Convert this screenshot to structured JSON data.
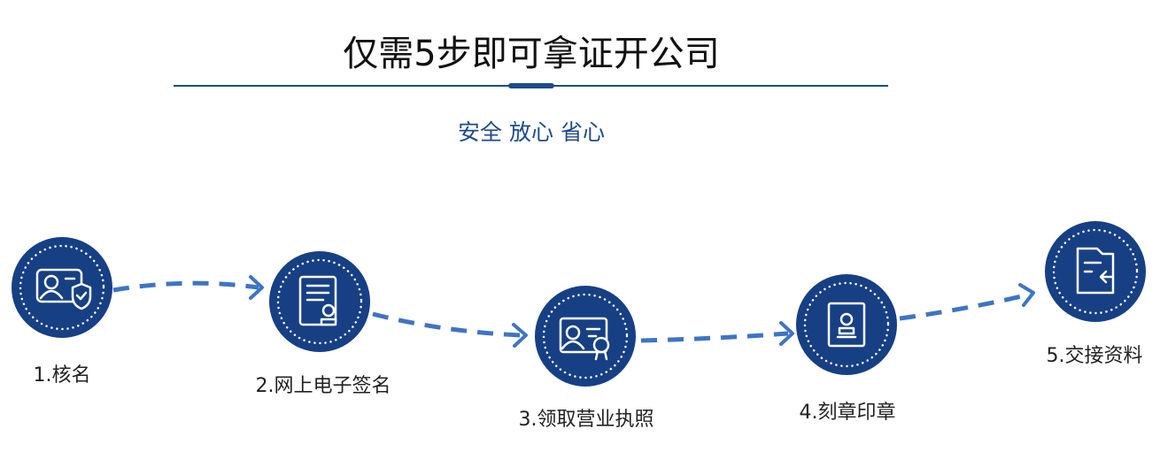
{
  "title": "仅需5步即可拿证开公司",
  "subtitle": "安全 放心 省心",
  "colors": {
    "navy": "#173f84",
    "arrow": "#3e74c4",
    "text": "#222222"
  },
  "steps": [
    {
      "label": "1.核名",
      "icon": "id-card-shield-icon"
    },
    {
      "label": "2.网上电子签名",
      "icon": "document-stamp-icon"
    },
    {
      "label": "3.领取营业执照",
      "icon": "certificate-badge-icon"
    },
    {
      "label": "4.刻章印章",
      "icon": "stamp-frame-icon"
    },
    {
      "label": "5.交接资料",
      "icon": "folder-transfer-icon"
    }
  ]
}
